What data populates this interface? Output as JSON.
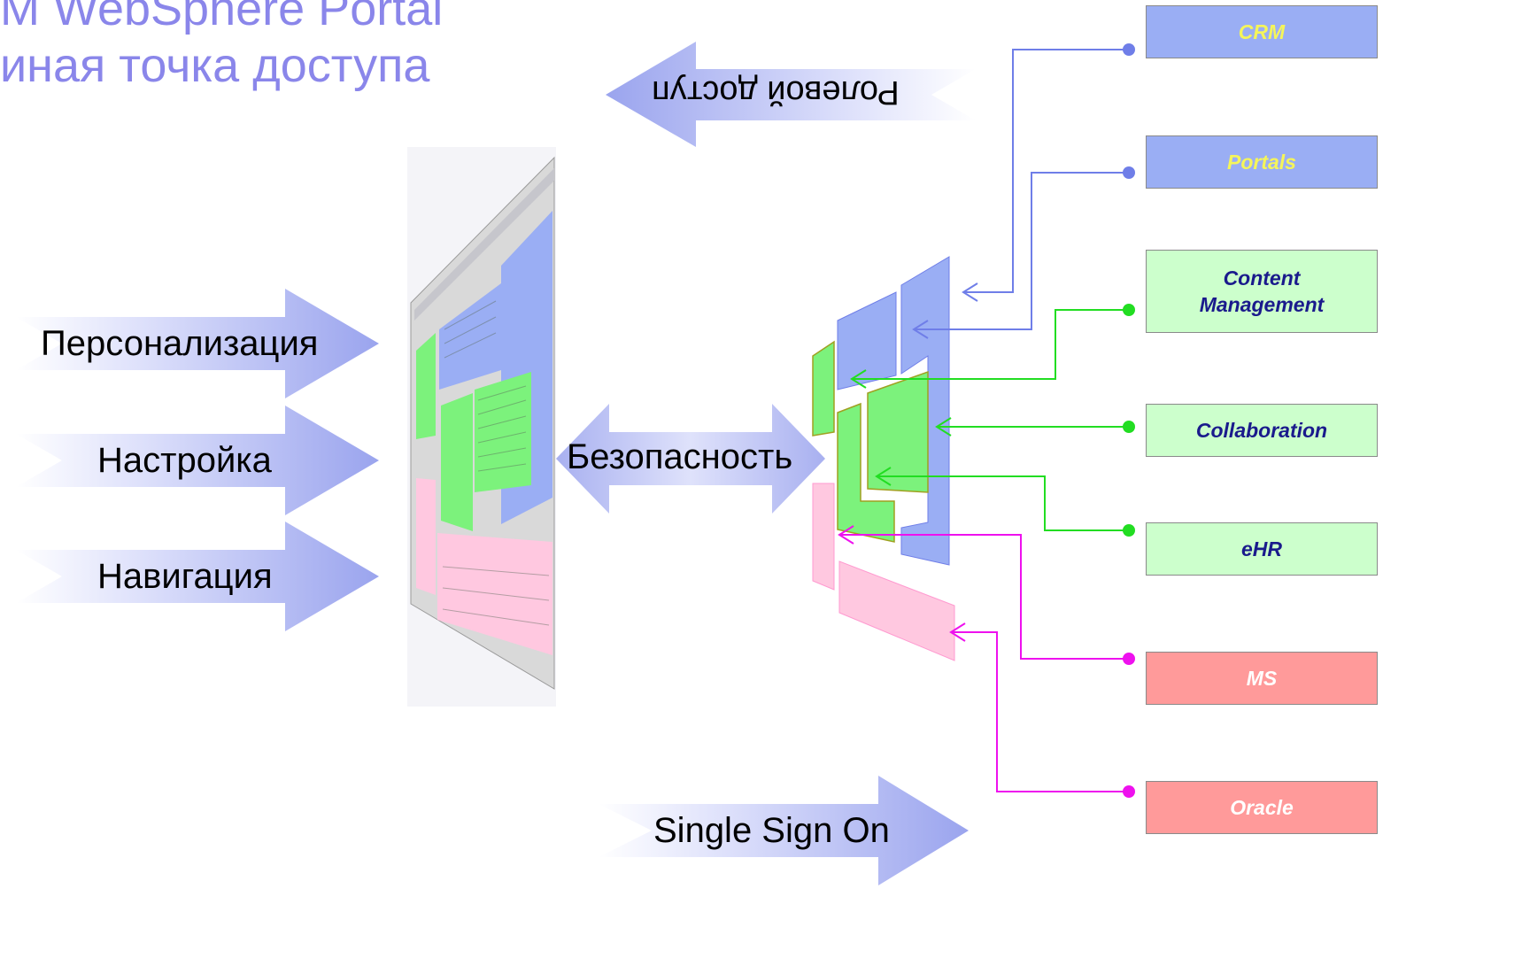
{
  "title": {
    "line1": "M WebSphere Portal",
    "line2": "иная точка доступа"
  },
  "arrows": {
    "role_access": "Ролевой доступ",
    "personalization": "Персонализация",
    "settings": "Настройка",
    "navigation": "Навигация",
    "security": "Безопасность",
    "sso": "Single Sign On"
  },
  "systems": [
    {
      "label": "CRM",
      "color": "#f5f55a"
    },
    {
      "label": "Portals",
      "color": "#f5f55a"
    },
    {
      "label": "Content Management",
      "color": "#1a1a8c"
    },
    {
      "label": "Collaboration",
      "color": "#1a1a8c"
    },
    {
      "label": "eHR",
      "color": "#1a1a8c"
    },
    {
      "label": "MS",
      "color": "#ffffff"
    },
    {
      "label": "Oracle",
      "color": "#ffffff"
    }
  ],
  "colors": {
    "blue": "#9aaef4",
    "green": "#7cf27c",
    "pink": "#ffc8e0",
    "line_blue": "#6f7ee8",
    "line_green": "#22dd22",
    "line_magenta": "#ee11ee"
  }
}
